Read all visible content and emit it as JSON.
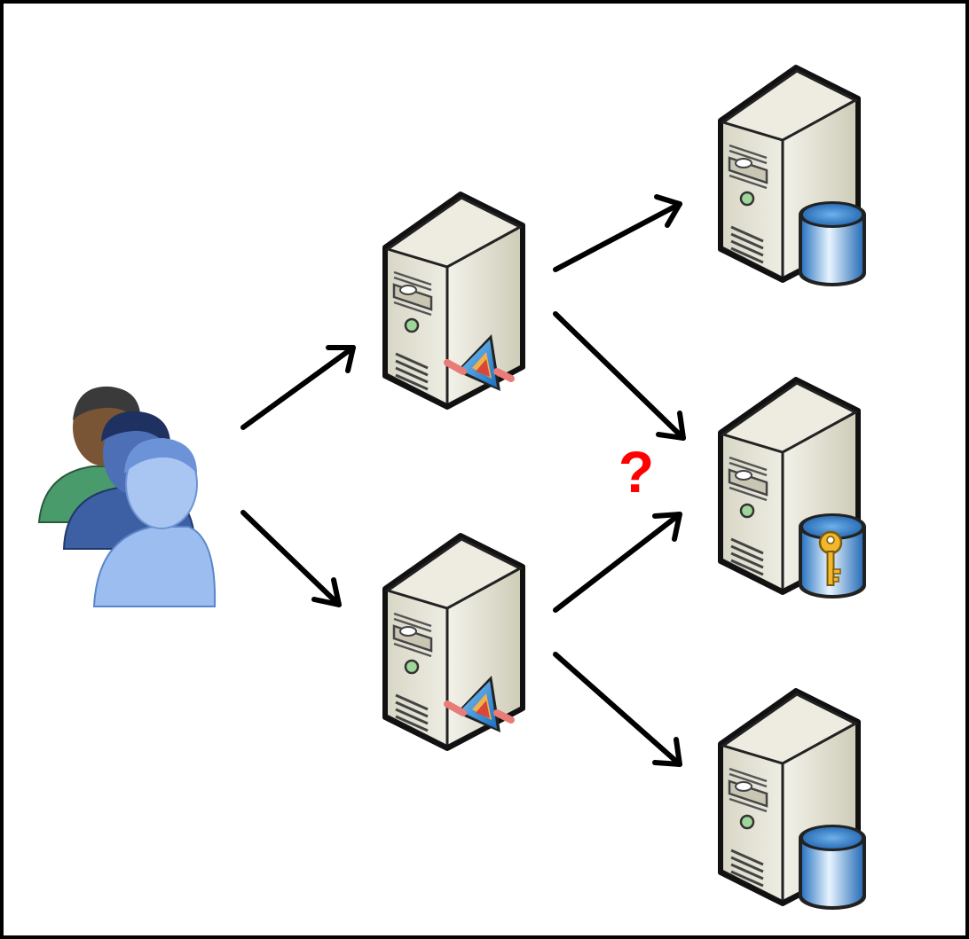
{
  "diagram": {
    "question_mark": "?",
    "question_color": "#ff0000",
    "border_color": "#000000",
    "arrow_color": "#000000",
    "nodes": [
      {
        "id": "users",
        "icon": "users-group-icon"
      },
      {
        "id": "app-server-1",
        "icon": "server-with-application-icon"
      },
      {
        "id": "app-server-2",
        "icon": "server-with-application-icon"
      },
      {
        "id": "db-server-1",
        "icon": "database-server-icon"
      },
      {
        "id": "key-server",
        "icon": "key-database-server-icon"
      },
      {
        "id": "db-server-2",
        "icon": "database-server-icon"
      }
    ],
    "edges": [
      {
        "from": "users",
        "to": "app-server-1"
      },
      {
        "from": "users",
        "to": "app-server-2"
      },
      {
        "from": "app-server-1",
        "to": "db-server-1"
      },
      {
        "from": "app-server-1",
        "to": "key-server"
      },
      {
        "from": "app-server-2",
        "to": "key-server"
      },
      {
        "from": "app-server-2",
        "to": "db-server-2"
      }
    ]
  }
}
